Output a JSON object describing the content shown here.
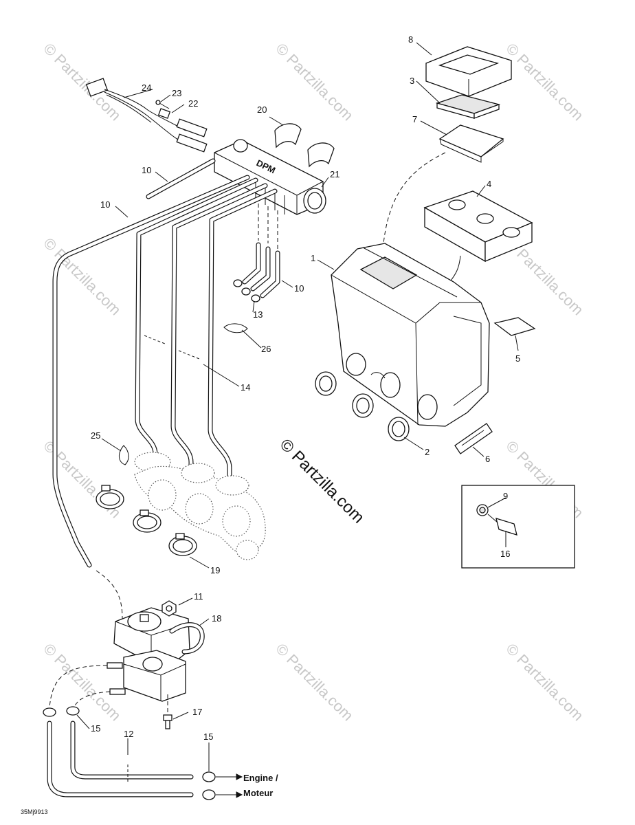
{
  "watermarks": [
    "© Partzilla.com",
    "© Partzilla.com",
    "© Partzilla.com",
    "© Partzilla.com",
    "© Partzilla.com",
    "© Partzilla.com",
    "© Partzilla.com",
    "© Partzilla.com",
    "© Partzilla.com"
  ],
  "center_watermark": "© Partzilla.com",
  "callouts": [
    "1",
    "2",
    "3",
    "4",
    "5",
    "6",
    "7",
    "8",
    "9",
    "10",
    "10",
    "10",
    "11",
    "12",
    "13",
    "14",
    "15",
    "15",
    "16",
    "17",
    "18",
    "19",
    "20",
    "21",
    "22",
    "23",
    "24",
    "25",
    "26"
  ],
  "engine_label_line1": "Engine /",
  "engine_label_line2": "Moteur",
  "rail_marking": "DPM",
  "drawing_code": "35Mj9913"
}
